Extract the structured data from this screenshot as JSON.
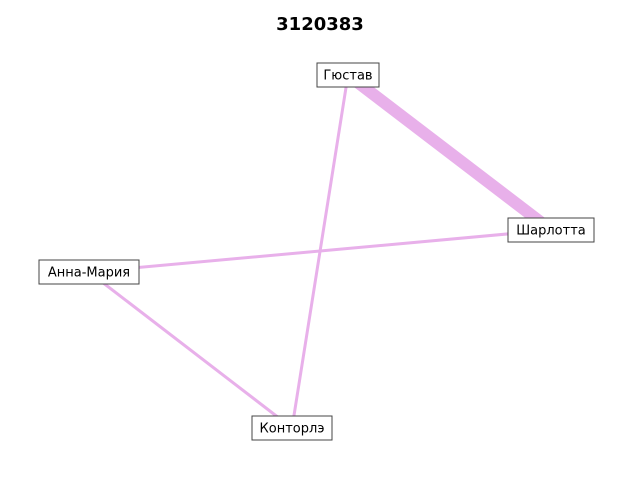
{
  "title": "3120383",
  "edge_color": "#e8b0ea",
  "nodes": [
    {
      "id": "gustav",
      "label": "Гюстав"
    },
    {
      "id": "charlotte",
      "label": "Шарлотта"
    },
    {
      "id": "anna",
      "label": "Анна-Мария"
    },
    {
      "id": "kontorle",
      "label": "Конторлэ"
    }
  ],
  "edges": [
    {
      "source": "gustav",
      "target": "charlotte",
      "weight": 4
    },
    {
      "source": "gustav",
      "target": "kontorle",
      "weight": 1
    },
    {
      "source": "anna",
      "target": "charlotte",
      "weight": 1
    },
    {
      "source": "anna",
      "target": "kontorle",
      "weight": 1
    }
  ]
}
